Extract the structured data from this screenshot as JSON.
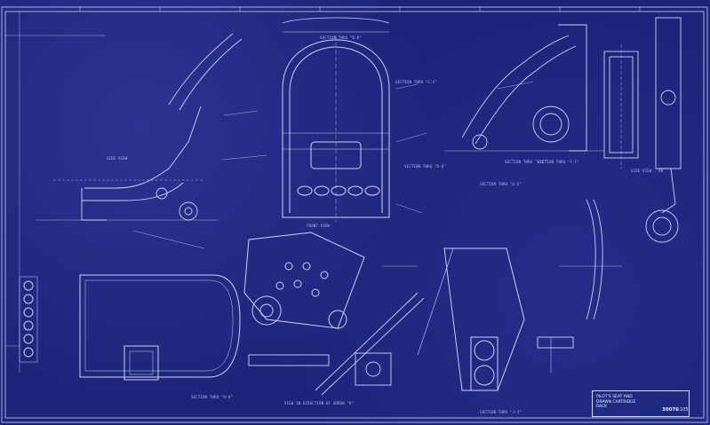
{
  "drawing": {
    "title_lines": [
      "PILOT'S SEAT AND",
      "DRAWN CARTRIDGE",
      "RACK"
    ],
    "number": "30076",
    "sheet_no": "105",
    "sections": [
      "SECTION THRU \"B-B\"",
      "SECTION THRU \"C-C\"",
      "SECTION THRU \"D-D\"",
      "SECTION THRU \"E-E\"",
      "SECTION THRU \"F-F\"",
      "SECTION THRU \"G-G\"",
      "SECTION THRU \"H-H\"",
      "SECTION THRU \"J-J\""
    ],
    "views": [
      "SIDE VIEW",
      "FRONT VIEW",
      "SIDE VIEW - RH",
      "VIEW IN DIRECTION OF ARROW \"K\""
    ],
    "colors": {
      "paper": "#1c2479",
      "ink": "#dfe4ff"
    }
  }
}
